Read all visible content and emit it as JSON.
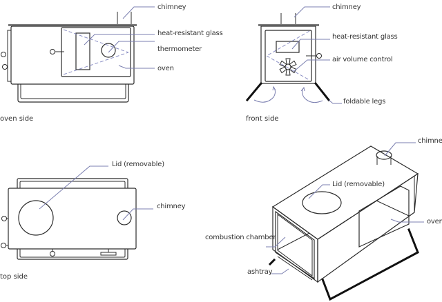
{
  "colors": {
    "line": "#2b2b2b",
    "leader": "#7b7fb0",
    "dashed_hidden": "#8a8ec4",
    "text": "#333333",
    "background": "#ffffff"
  },
  "views": {
    "oven_side": {
      "caption": "oven side",
      "labels": {
        "chimney": "chimney",
        "glass": "heat-resistant glass",
        "thermometer": "thermometer",
        "oven": "oven"
      }
    },
    "front_side": {
      "caption": "front side",
      "labels": {
        "chimney": "chimney",
        "glass": "heat-resistant glass",
        "air_control": "air volume control",
        "legs": "foldable legs"
      }
    },
    "top_side": {
      "caption": "top side",
      "labels": {
        "lid": "Lid (removable)",
        "chimney": "chimney"
      }
    },
    "isometric": {
      "labels": {
        "chimney": "chimney",
        "lid": "Lid (removable)",
        "oven": "oven",
        "combustion": "combustion chamber",
        "ashtray": "ashtray"
      }
    }
  }
}
